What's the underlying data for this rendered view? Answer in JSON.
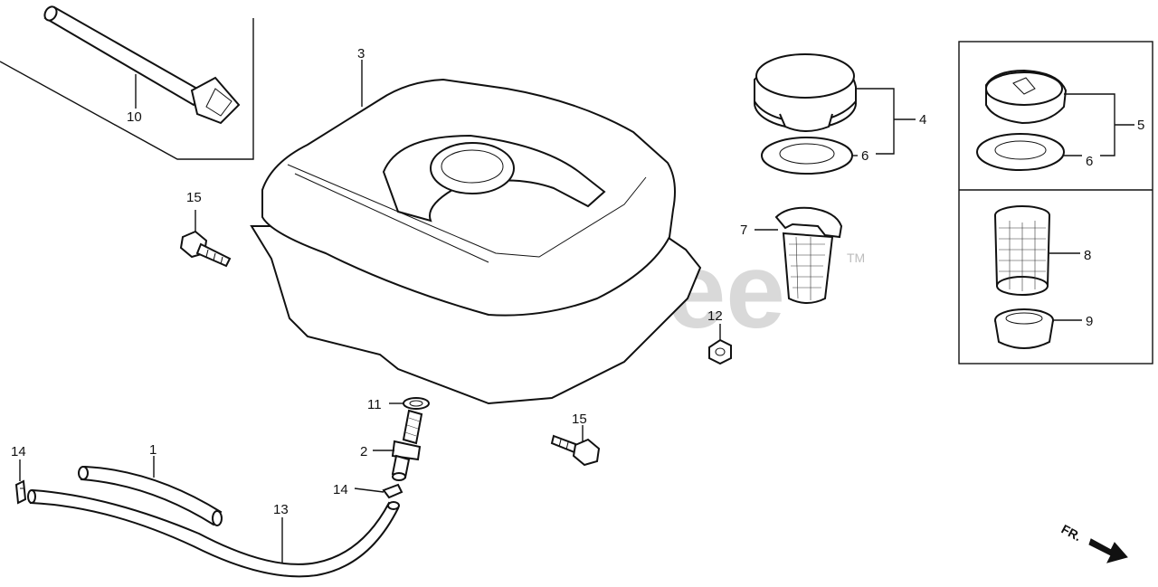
{
  "watermark": {
    "text": "PartsTree",
    "trademark": "TM"
  },
  "direction_marker": {
    "label": "FR."
  },
  "callouts": {
    "c1": "1",
    "c2": "2",
    "c3": "3",
    "c4": "4",
    "c5": "5",
    "c6a": "6",
    "c6b": "6",
    "c7": "7",
    "c8": "8",
    "c9": "9",
    "c10": "10",
    "c11": "11",
    "c12": "12",
    "c13": "13",
    "c14a": "14",
    "c14b": "14",
    "c15a": "15",
    "c15b": "15"
  }
}
